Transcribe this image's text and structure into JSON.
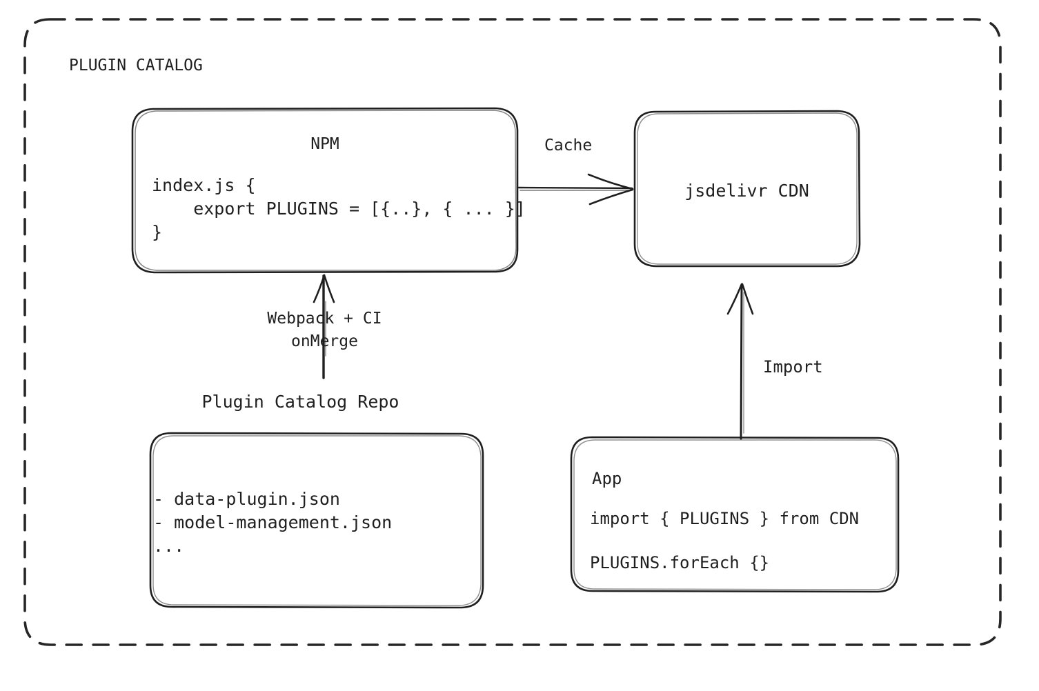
{
  "diagram": {
    "title": "PLUGIN CATALOG",
    "stroke_color": "#1f1f1f",
    "background_color": "#ffffff",
    "nodes": {
      "npm": {
        "title": "NPM",
        "code": "index.js {\n    export PLUGINS = [{..}, { ... }]\n}"
      },
      "cdn": {
        "title": "jsdelivr CDN"
      },
      "repo": {
        "caption": "Plugin Catalog Repo",
        "files": "- data-plugin.json\n- model-management.json\n..."
      },
      "app": {
        "title": "App",
        "line1": "import { PLUGINS } from CDN",
        "line2": "PLUGINS.forEach {}"
      }
    },
    "edges": {
      "cache": "Cache",
      "build": "Webpack + CI\nonMerge",
      "import": "Import"
    }
  }
}
